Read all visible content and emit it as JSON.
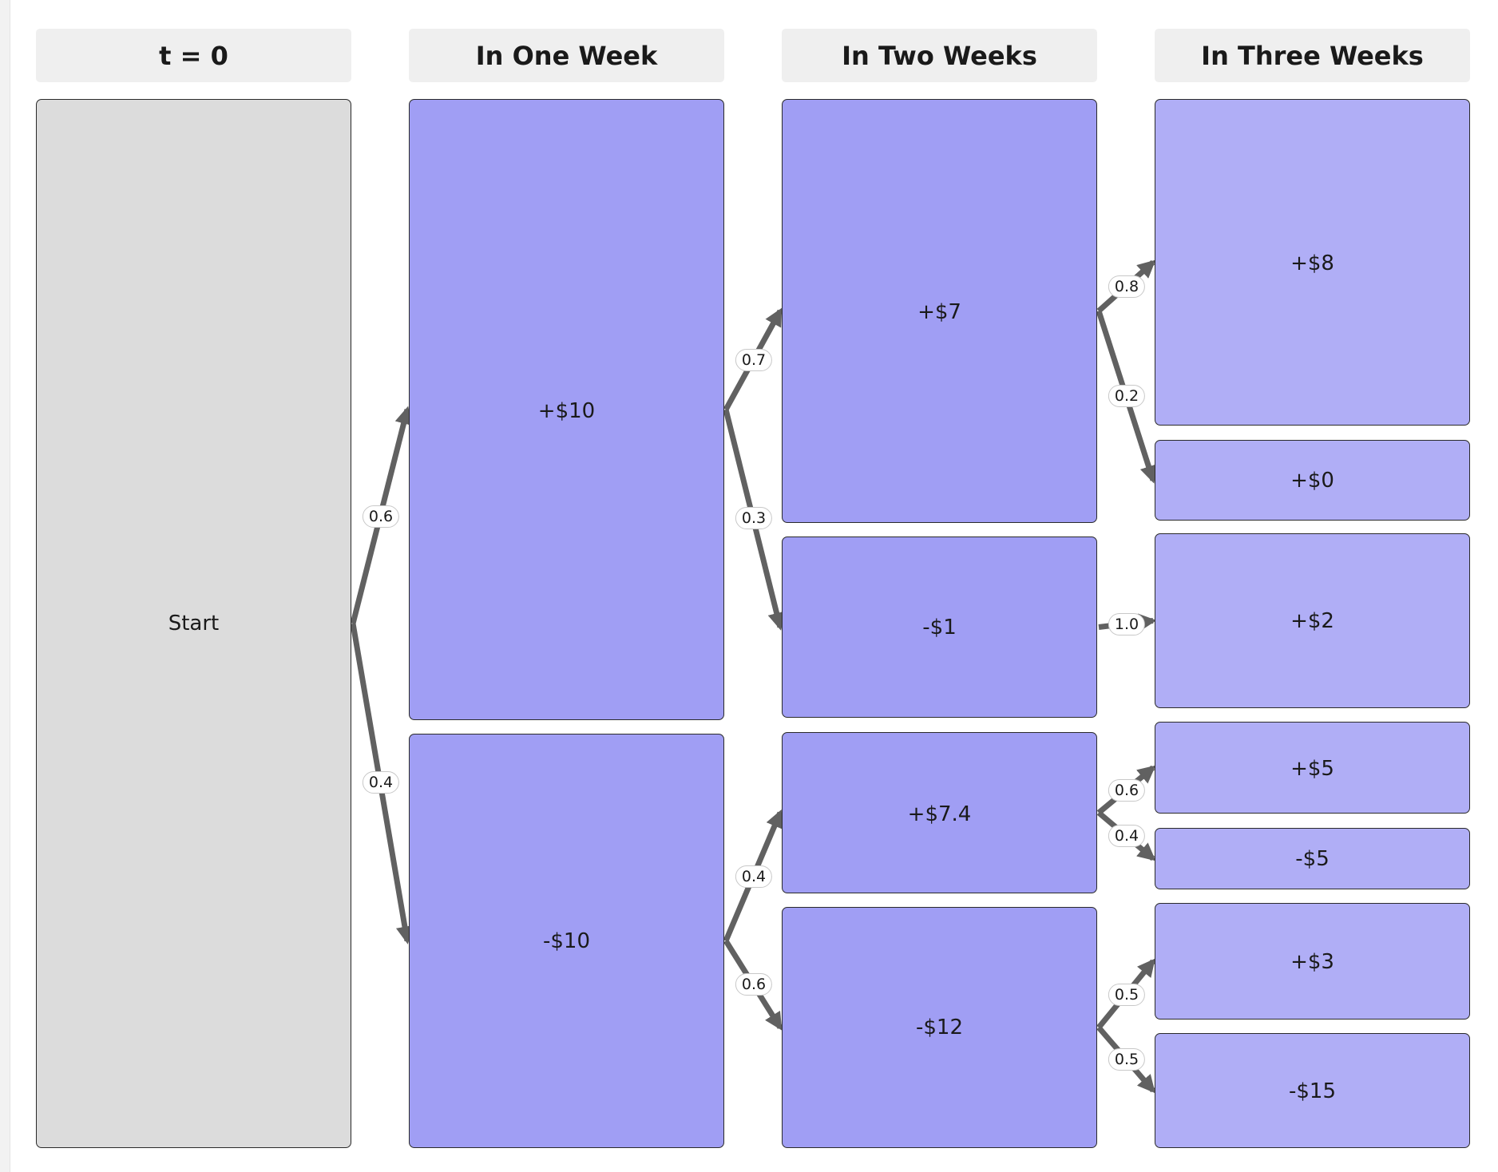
{
  "colors": {
    "start_fill": "#dcdcdc",
    "week1_fill": "#a09ef4",
    "week2_fill": "#a09ef4",
    "week3_fill": "#b0aef6",
    "edge": "#616161",
    "header_bg": "#efefef"
  },
  "columns": [
    {
      "id": "c0",
      "title": "t = 0"
    },
    {
      "id": "c1",
      "title": "In One Week"
    },
    {
      "id": "c2",
      "title": "In Two Weeks"
    },
    {
      "id": "c3",
      "title": "In Three Weeks"
    }
  ],
  "nodes": [
    {
      "id": "start",
      "column": 0,
      "label": "Start"
    },
    {
      "id": "w1_up",
      "column": 1,
      "label": "+$10"
    },
    {
      "id": "w1_down",
      "column": 1,
      "label": "-$10"
    },
    {
      "id": "w2_a",
      "column": 2,
      "label": "+$7"
    },
    {
      "id": "w2_b",
      "column": 2,
      "label": "-$1"
    },
    {
      "id": "w2_c",
      "column": 2,
      "label": "+$7.4"
    },
    {
      "id": "w2_d",
      "column": 2,
      "label": "-$12"
    },
    {
      "id": "w3_a",
      "column": 3,
      "label": "+$8"
    },
    {
      "id": "w3_b",
      "column": 3,
      "label": "+$0"
    },
    {
      "id": "w3_c",
      "column": 3,
      "label": "+$2"
    },
    {
      "id": "w3_d",
      "column": 3,
      "label": "+$5"
    },
    {
      "id": "w3_e",
      "column": 3,
      "label": "-$5"
    },
    {
      "id": "w3_f",
      "column": 3,
      "label": "+$3"
    },
    {
      "id": "w3_g",
      "column": 3,
      "label": "-$15"
    }
  ],
  "edges": [
    {
      "from": "start",
      "to": "w1_up",
      "prob": "0.6"
    },
    {
      "from": "start",
      "to": "w1_down",
      "prob": "0.4"
    },
    {
      "from": "w1_up",
      "to": "w2_a",
      "prob": "0.7"
    },
    {
      "from": "w1_up",
      "to": "w2_b",
      "prob": "0.3"
    },
    {
      "from": "w1_down",
      "to": "w2_c",
      "prob": "0.4"
    },
    {
      "from": "w1_down",
      "to": "w2_d",
      "prob": "0.6"
    },
    {
      "from": "w2_a",
      "to": "w3_a",
      "prob": "0.8"
    },
    {
      "from": "w2_a",
      "to": "w3_b",
      "prob": "0.2"
    },
    {
      "from": "w2_b",
      "to": "w3_c",
      "prob": "1.0"
    },
    {
      "from": "w2_c",
      "to": "w3_d",
      "prob": "0.6"
    },
    {
      "from": "w2_c",
      "to": "w3_e",
      "prob": "0.4"
    },
    {
      "from": "w2_d",
      "to": "w3_f",
      "prob": "0.5"
    },
    {
      "from": "w2_d",
      "to": "w3_g",
      "prob": "0.5"
    }
  ]
}
